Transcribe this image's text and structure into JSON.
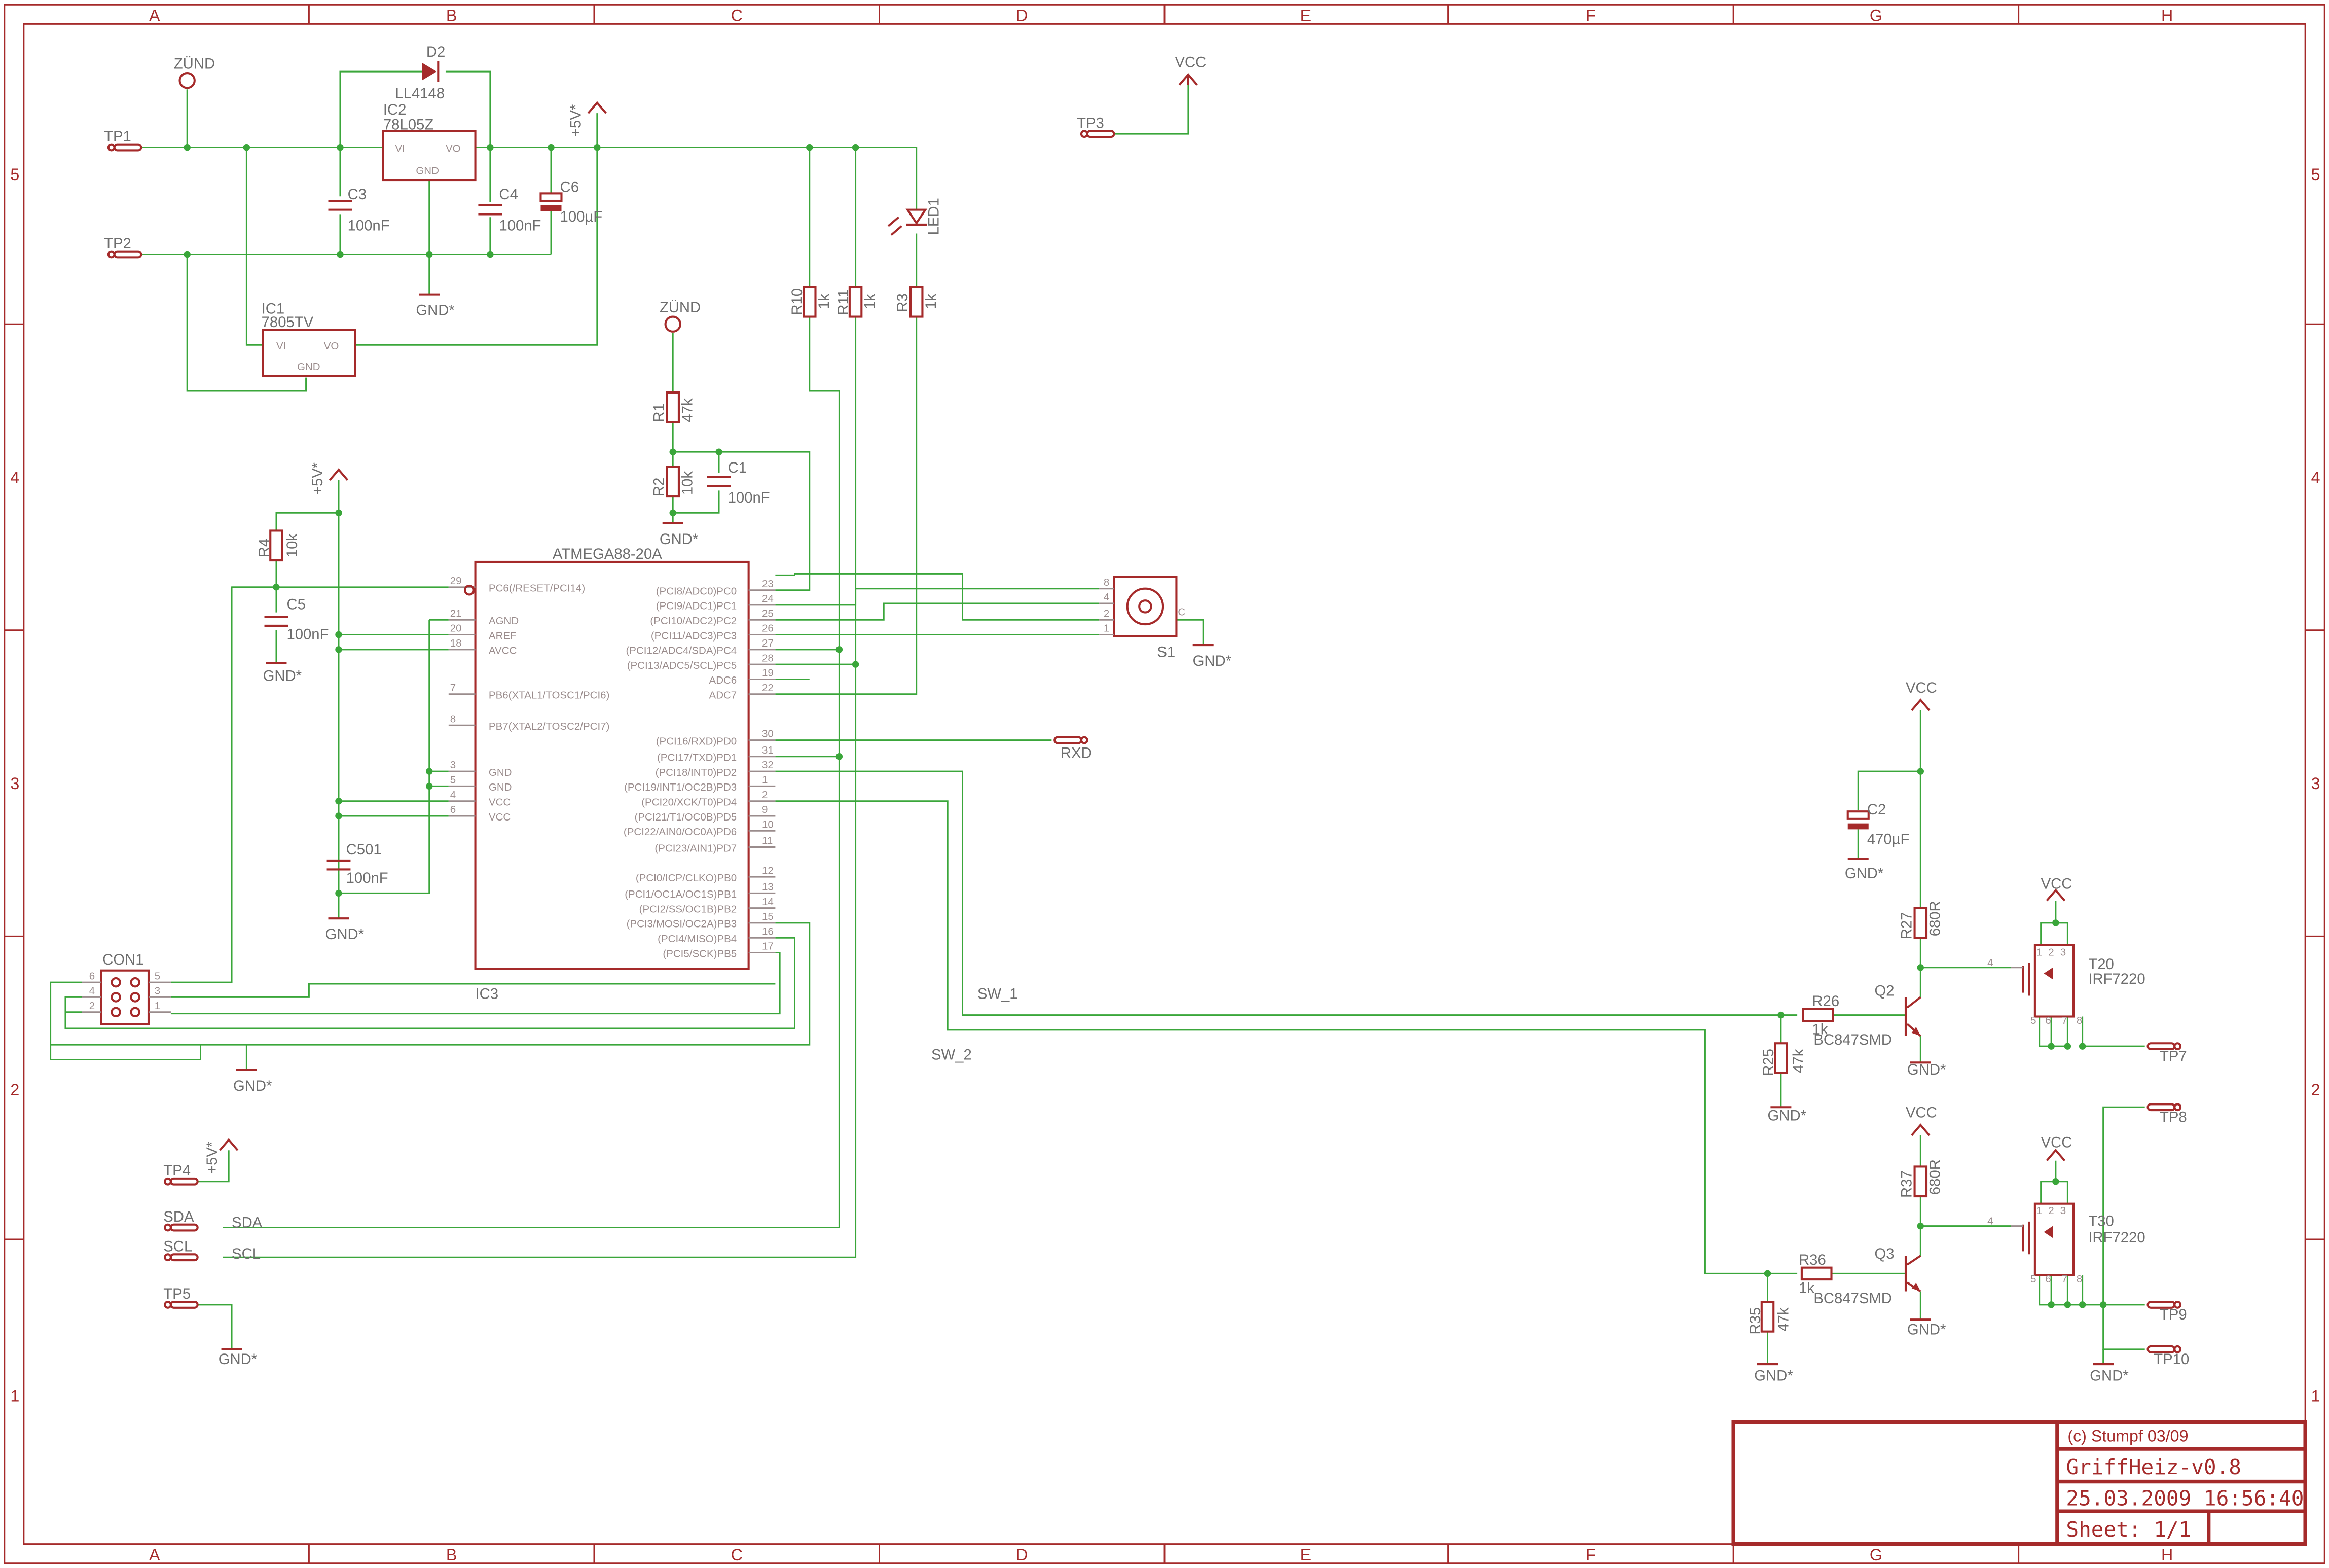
{
  "colors": {
    "part": "#a52a2a",
    "wire": "#3aa63a",
    "pin": "#9a8c8c",
    "label": "#6e6e6e",
    "frame": "#a52a2a"
  },
  "frame": {
    "columns": [
      "A",
      "B",
      "C",
      "D",
      "E",
      "F",
      "G",
      "H"
    ],
    "rows": [
      "5",
      "4",
      "3",
      "2",
      "1"
    ]
  },
  "title_block": {
    "copyright": "(c) Stumpf 03/09",
    "name": "GriffHeiz-v0.8",
    "date": "25.03.2009 16:56:40",
    "sheet": "Sheet: 1/1"
  },
  "parts": {
    "zuend1": "ZÜND",
    "zuend2": "ZÜND",
    "vcc_top": "VCC",
    "vcc_q2": "VCC",
    "vcc_t20": "VCC",
    "vcc_q3": "VCC",
    "vcc_t30": "VCC",
    "p5v_a": "+5V*",
    "p5v_b": "+5V*",
    "p5v_c": "+5V*",
    "gnd": "GND*",
    "tp1": "TP1",
    "tp2": "TP2",
    "tp3": "TP3",
    "tp4": "TP4",
    "tp5": "TP5",
    "tp7": "TP7",
    "tp8": "TP8",
    "tp9": "TP9",
    "tp10": "TP10",
    "sda": "SDA",
    "scl": "SCL",
    "rxd": "RXD",
    "d2": "D2",
    "d2_val": "LL4148",
    "ic2": "IC2",
    "ic2_val": "78L05Z",
    "ic1": "IC1",
    "ic1_val": "7805TV",
    "vi": "VI",
    "vo": "VO",
    "gnd_pin": "GND",
    "c3": "C3",
    "c4": "C4",
    "c6": "C6",
    "c1": "C1",
    "c5": "C5",
    "c501": "C501",
    "c2": "C2",
    "nf100": "100nF",
    "uf100": "100µF",
    "uf470": "470µF",
    "r10": "R10",
    "r11": "R11",
    "r3": "R3",
    "r1": "R1",
    "r2": "R2",
    "r4": "R4",
    "r25": "R25",
    "r26": "R26",
    "r27": "R27",
    "r35": "R35",
    "r36": "R36",
    "r37": "R37",
    "k1": "1k",
    "k10": "10k",
    "k47": "47k",
    "r680": "680R",
    "led1": "LED1",
    "mcu": "ATMEGA88-20A",
    "ic3": "IC3",
    "s1": "S1",
    "con1": "CON1",
    "q2": "Q2",
    "q3": "Q3",
    "bc847": "BC847SMD",
    "t20": "T20",
    "t30": "T30",
    "irf": "IRF7220",
    "sw1": "SW_1",
    "sw2": "SW_2"
  },
  "mcu_left_pins": [
    {
      "num": "29",
      "name": "PC6(/RESET/PCI14)"
    },
    {
      "num": "21",
      "name": "AGND"
    },
    {
      "num": "20",
      "name": "AREF"
    },
    {
      "num": "18",
      "name": "AVCC"
    },
    {
      "num": "7",
      "name": "PB6(XTAL1/TOSC1/PCI6)"
    },
    {
      "num": "8",
      "name": "PB7(XTAL2/TOSC2/PCI7)"
    },
    {
      "num": "3",
      "name": "GND"
    },
    {
      "num": "5",
      "name": "GND"
    },
    {
      "num": "4",
      "name": "VCC"
    },
    {
      "num": "6",
      "name": "VCC"
    }
  ],
  "mcu_right_pins": [
    {
      "num": "23",
      "name": "(PCI8/ADC0)PC0"
    },
    {
      "num": "24",
      "name": "(PCI9/ADC1)PC1"
    },
    {
      "num": "25",
      "name": "(PCI10/ADC2)PC2"
    },
    {
      "num": "26",
      "name": "(PCI11/ADC3)PC3"
    },
    {
      "num": "27",
      "name": "(PCI12/ADC4/SDA)PC4"
    },
    {
      "num": "28",
      "name": "(PCI13/ADC5/SCL)PC5"
    },
    {
      "num": "19",
      "name": "ADC6"
    },
    {
      "num": "22",
      "name": "ADC7"
    },
    {
      "num": "30",
      "name": "(PCI16/RXD)PD0"
    },
    {
      "num": "31",
      "name": "(PCI17/TXD)PD1"
    },
    {
      "num": "32",
      "name": "(PCI18/INT0)PD2"
    },
    {
      "num": "1",
      "name": "(PCI19/INT1/OC2B)PD3"
    },
    {
      "num": "2",
      "name": "(PCI20/XCK/T0)PD4"
    },
    {
      "num": "9",
      "name": "(PCI21/T1/OC0B)PD5"
    },
    {
      "num": "10",
      "name": "(PCI22/AIN0/OC0A)PD6"
    },
    {
      "num": "11",
      "name": "(PCI23/AIN1)PD7"
    },
    {
      "num": "12",
      "name": "(PCI0/ICP/CLKO)PB0"
    },
    {
      "num": "13",
      "name": "(PCI1/OC1A/OC1S)PB1"
    },
    {
      "num": "14",
      "name": "(PCI2/SS/OC1B)PB2"
    },
    {
      "num": "15",
      "name": "(PCI3/MOSI/OC2A)PB3"
    },
    {
      "num": "16",
      "name": "(PCI4/MISO)PB4"
    },
    {
      "num": "17",
      "name": "(PCI5/SCK)PB5"
    }
  ]
}
